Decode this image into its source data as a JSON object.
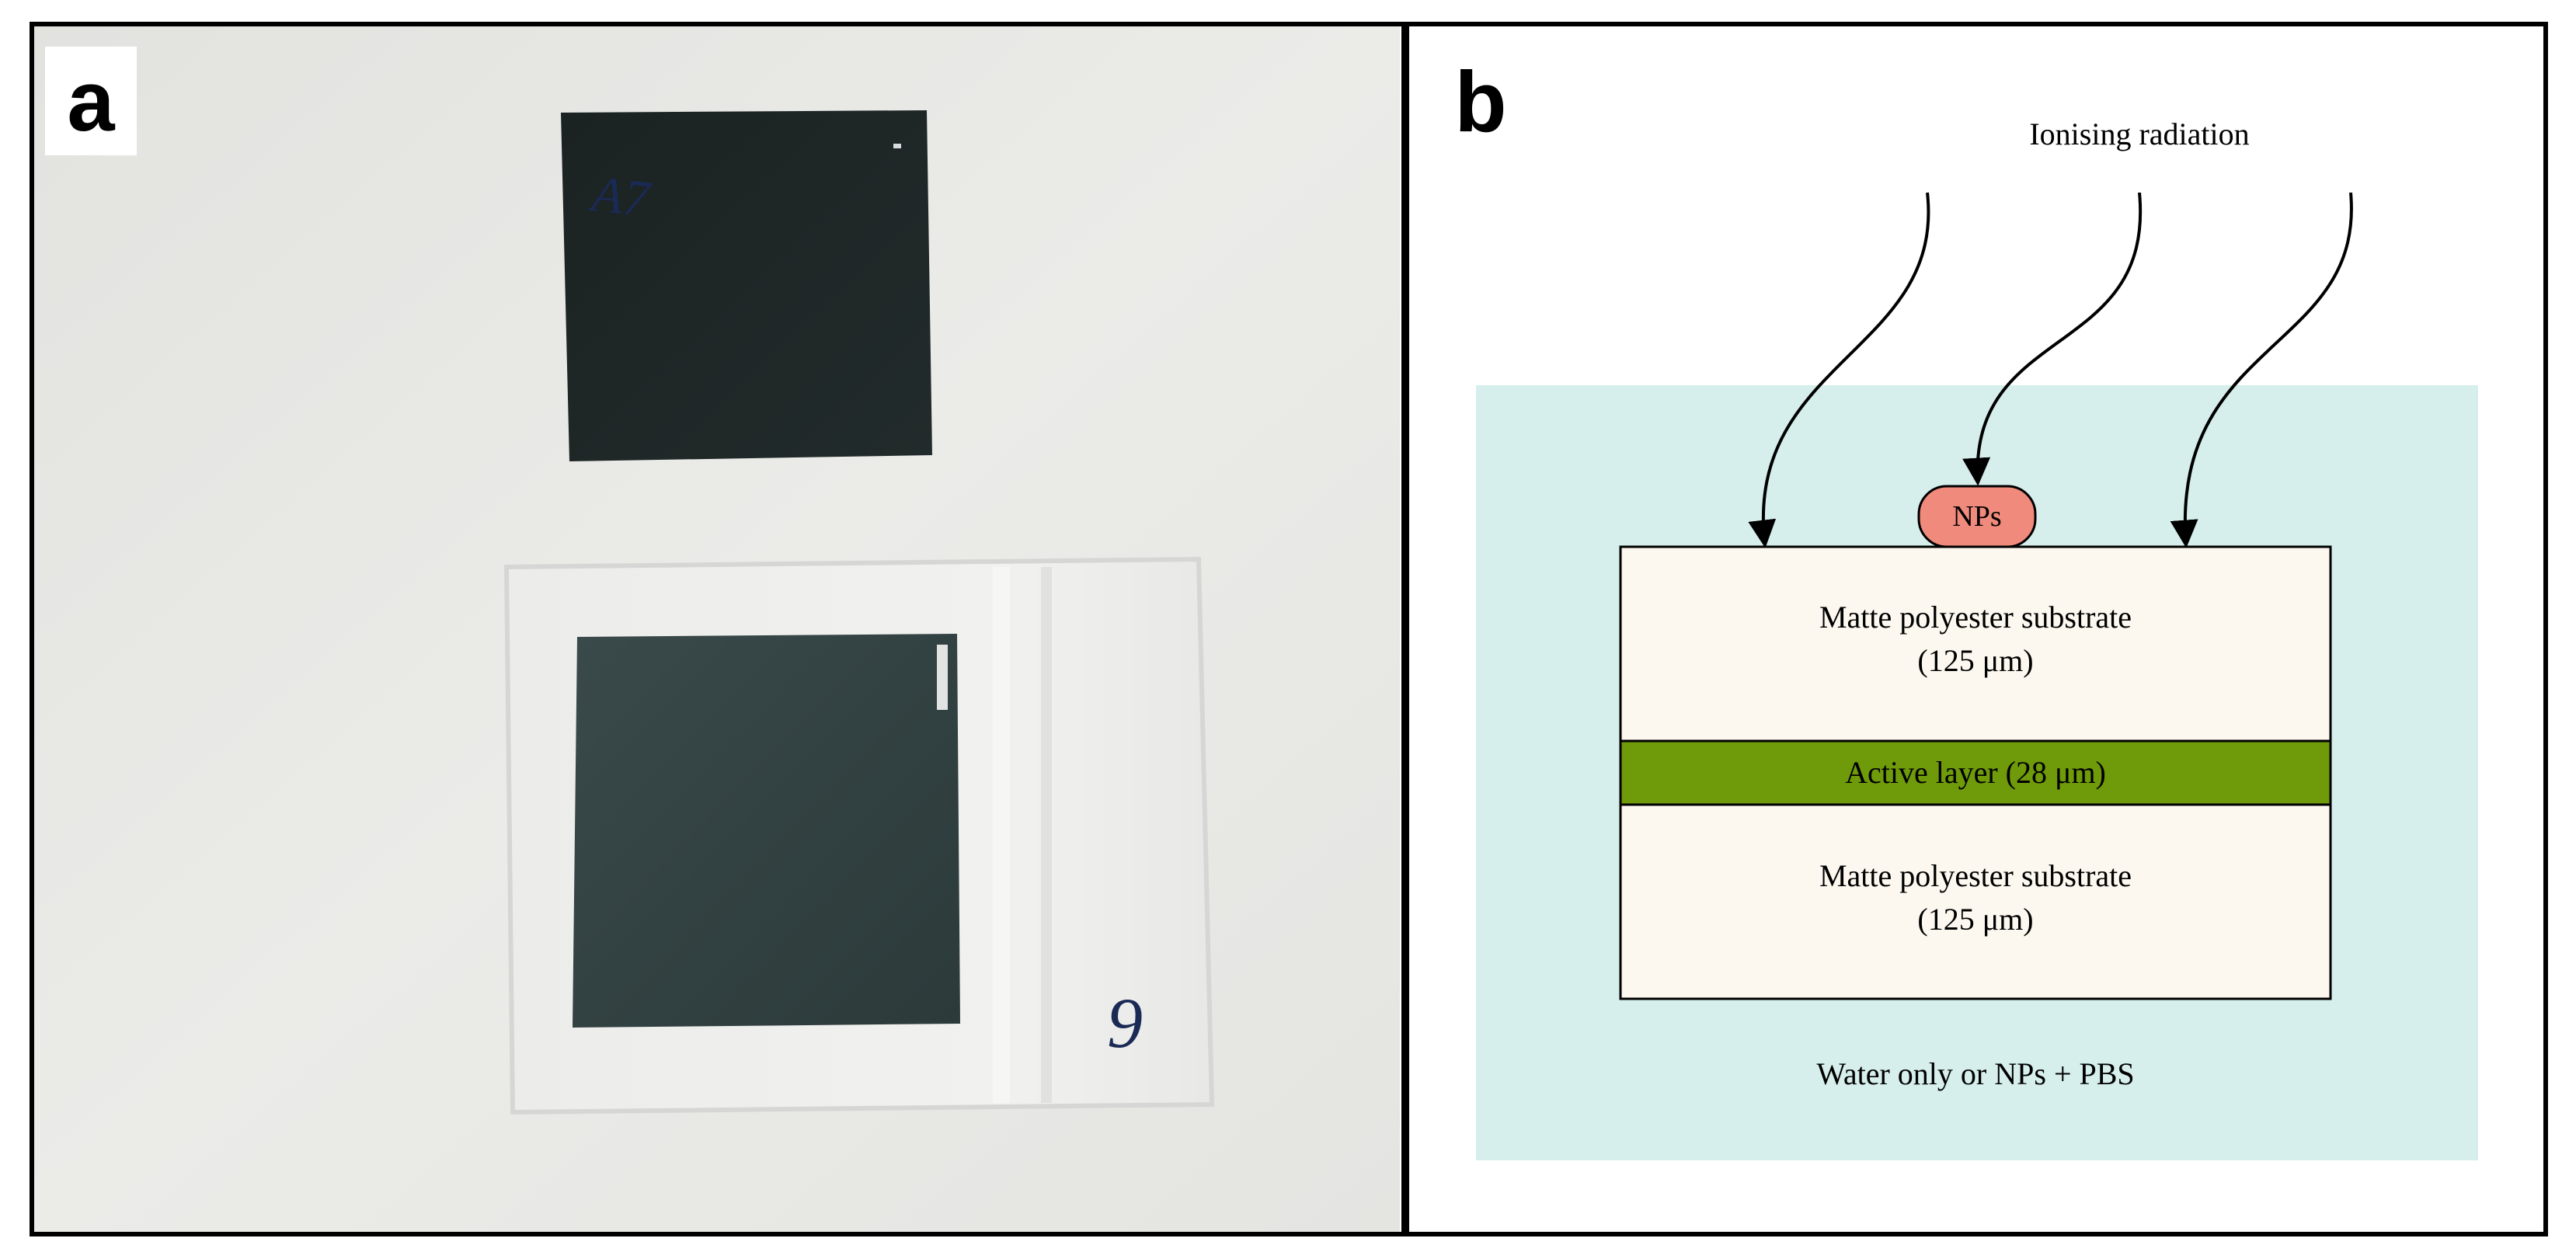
{
  "figure": {
    "panel_a": {
      "label": "a",
      "photo_description": "Photograph of two square dark film samples on a white surface: one bare, one inside a clear zip bag",
      "film_handwriting": "A7",
      "bag_handwriting": "9"
    },
    "panel_b": {
      "label": "b",
      "radiation_label": "Ionising radiation",
      "nps_label": "NPs",
      "top_layer_line1": "Matte polyester substrate",
      "top_layer_line2": "(125 μm)",
      "active_layer_label": "Active layer (28 μm)",
      "bottom_layer_line1": "Matte polyester substrate",
      "bottom_layer_line2": "(125 μm)",
      "medium_label": "Water only or NPs + PBS"
    },
    "colors": {
      "water": "#d6efec",
      "substrate": "#fcf8ef",
      "active_layer": "#6f9a0a",
      "nps": "#f08a7c",
      "wall": "#e6e6e3",
      "film": "#1e2626"
    }
  }
}
